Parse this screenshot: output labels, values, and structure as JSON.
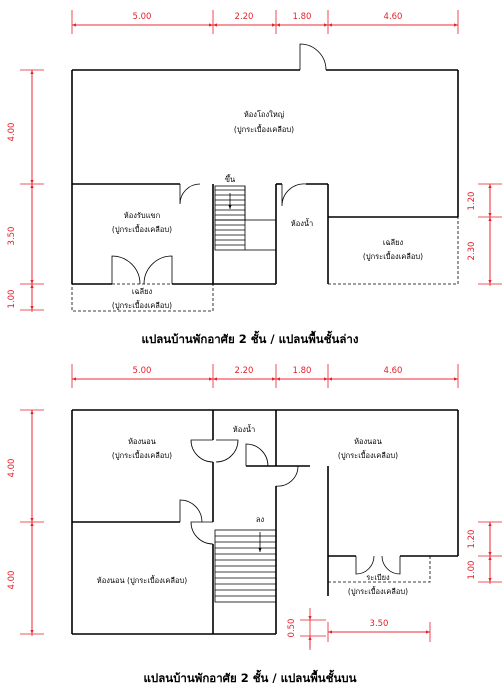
{
  "ground_floor": {
    "caption": "แปลนบ้านพักอาศัย 2 ชั้น / แปลนพื้นชั้นล่าง",
    "dims_top": [
      "5.00",
      "2.20",
      "1.80",
      "4.60"
    ],
    "dims_left": [
      "4.00",
      "3.50",
      "1.00"
    ],
    "dims_right": [
      "1.20",
      "2.30"
    ],
    "rooms": {
      "living_name": "ห้องโถงใหญ่",
      "living_floor": "(ปูกระเบื้องเคลือบ)",
      "guest_name": "ห้องรับแขก",
      "guest_floor": "(ปูกระเบื้องเคลือบ)",
      "bath_name": "ห้องน้ำ",
      "terrace_name": "เฉลียง",
      "terrace_floor": "(ปูกระเบื้องเคลือบ)",
      "porch_name": "เฉลียง",
      "porch_floor": "(ปูกระเบื้องเคลือบ)"
    },
    "stair_label": "ขึ้น"
  },
  "upper_floor": {
    "caption": "แปลนบ้านพักอาศัย 2 ชั้น / แปลนพื้นชั้นบน",
    "dims_top": [
      "5.00",
      "2.20",
      "1.80",
      "4.60"
    ],
    "dims_left": [
      "4.00",
      "4.00"
    ],
    "dims_right": [
      "1.20",
      "1.00"
    ],
    "dims_bottom_small": "0.50",
    "dims_bottom": "3.50",
    "rooms": {
      "bed1_name": "ห้องนอน",
      "bed1_floor": "(ปูกระเบื้องเคลือบ)",
      "bath_name": "ห้องน้ำ",
      "bed2_name": "ห้องนอน",
      "bed2_floor": "(ปูกระเบื้องเคลือบ)",
      "bed3_label": "ห้องนอน (ปูกระเบื้องเคลือบ)",
      "balcony_name": "ระเบียง",
      "balcony_floor": "(ปูกระเบื้องเคลือบ)"
    },
    "stair_label": "ลง"
  }
}
